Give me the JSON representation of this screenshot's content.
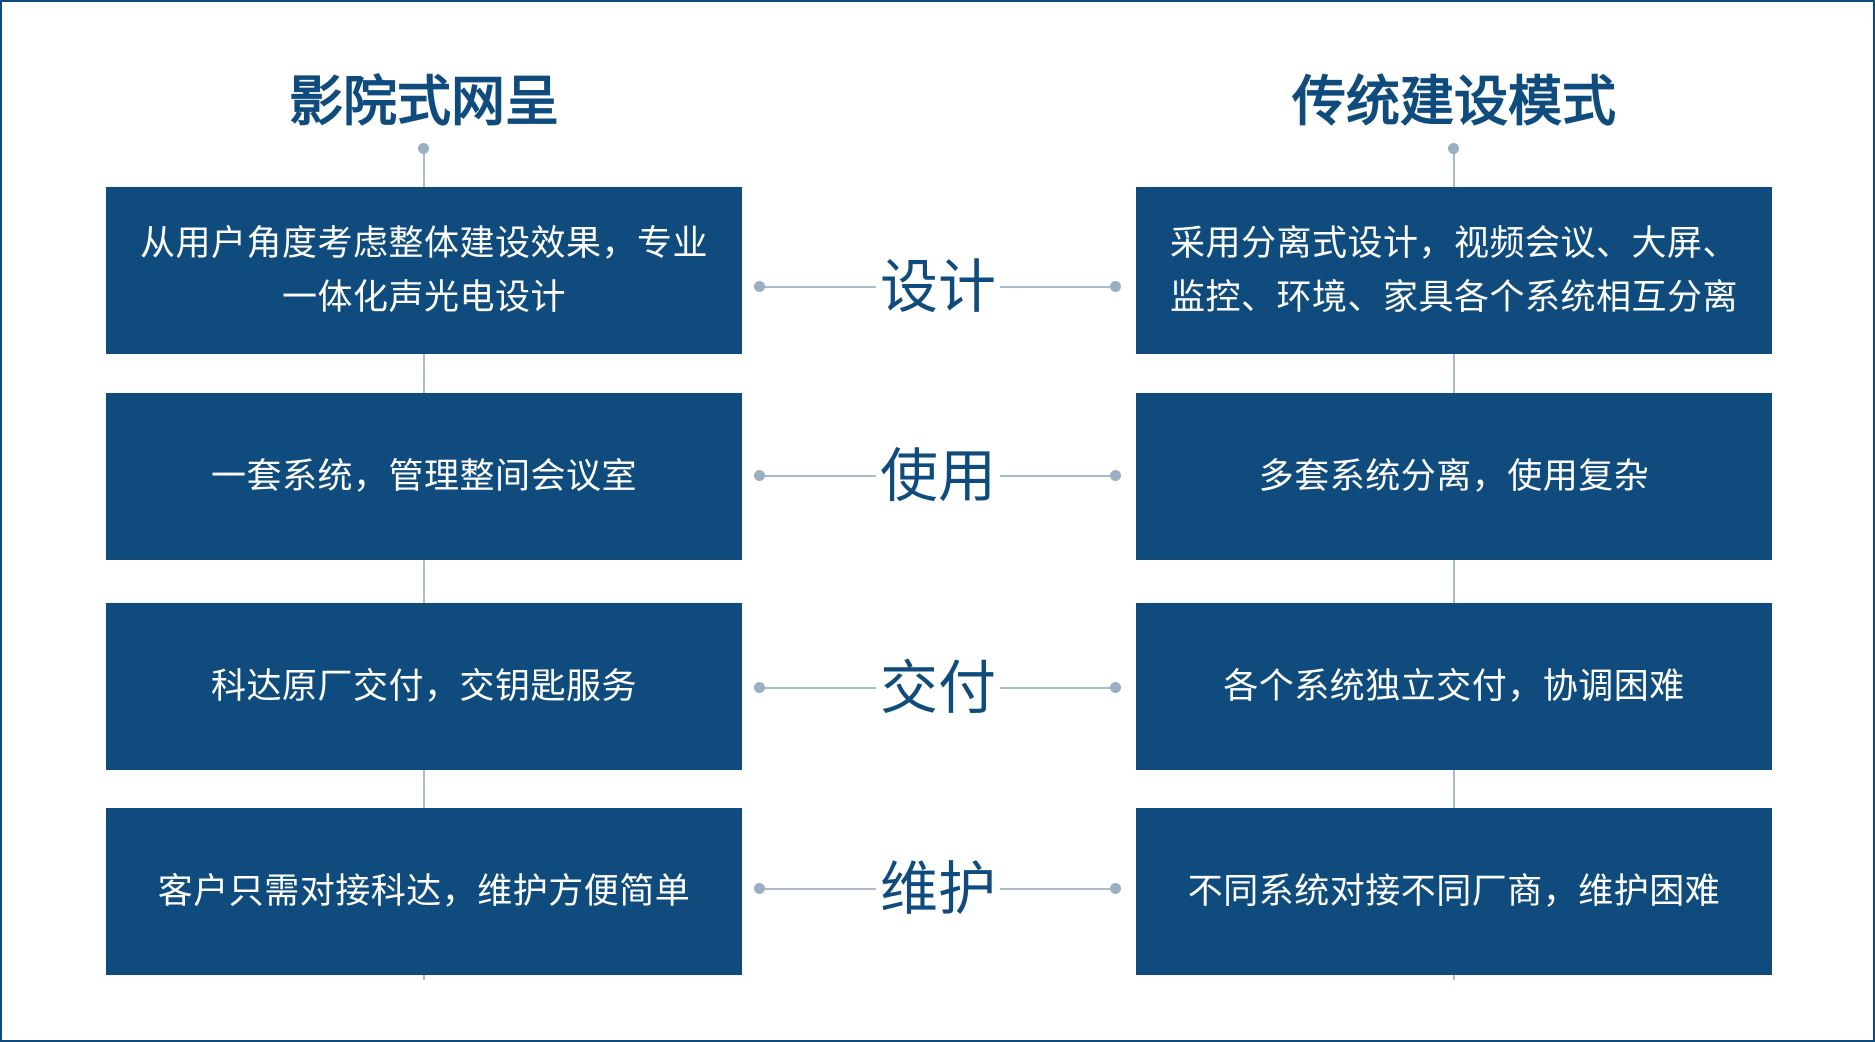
{
  "left_column": {
    "title": "影院式网呈",
    "items": [
      "从用户角度考虑整体建设效果，专业一体化声光电设计",
      "一套系统，管理整间会议室",
      "科达原厂交付，交钥匙服务",
      "客户只需对接科达，维护方便简单"
    ]
  },
  "right_column": {
    "title": "传统建设模式",
    "items": [
      "采用分离式设计，视频会议、大屏、监控、环境、家具各个系统相互分离",
      "多套系统分离，使用复杂",
      "各个系统独立交付，协调困难",
      "不同系统对接不同厂商，维护困难"
    ]
  },
  "aspects": [
    "设计",
    "使用",
    "交付",
    "维护"
  ],
  "colors": {
    "primary": "#0f4c7d",
    "connector": "#a9bccd",
    "background": "#ffffff"
  }
}
